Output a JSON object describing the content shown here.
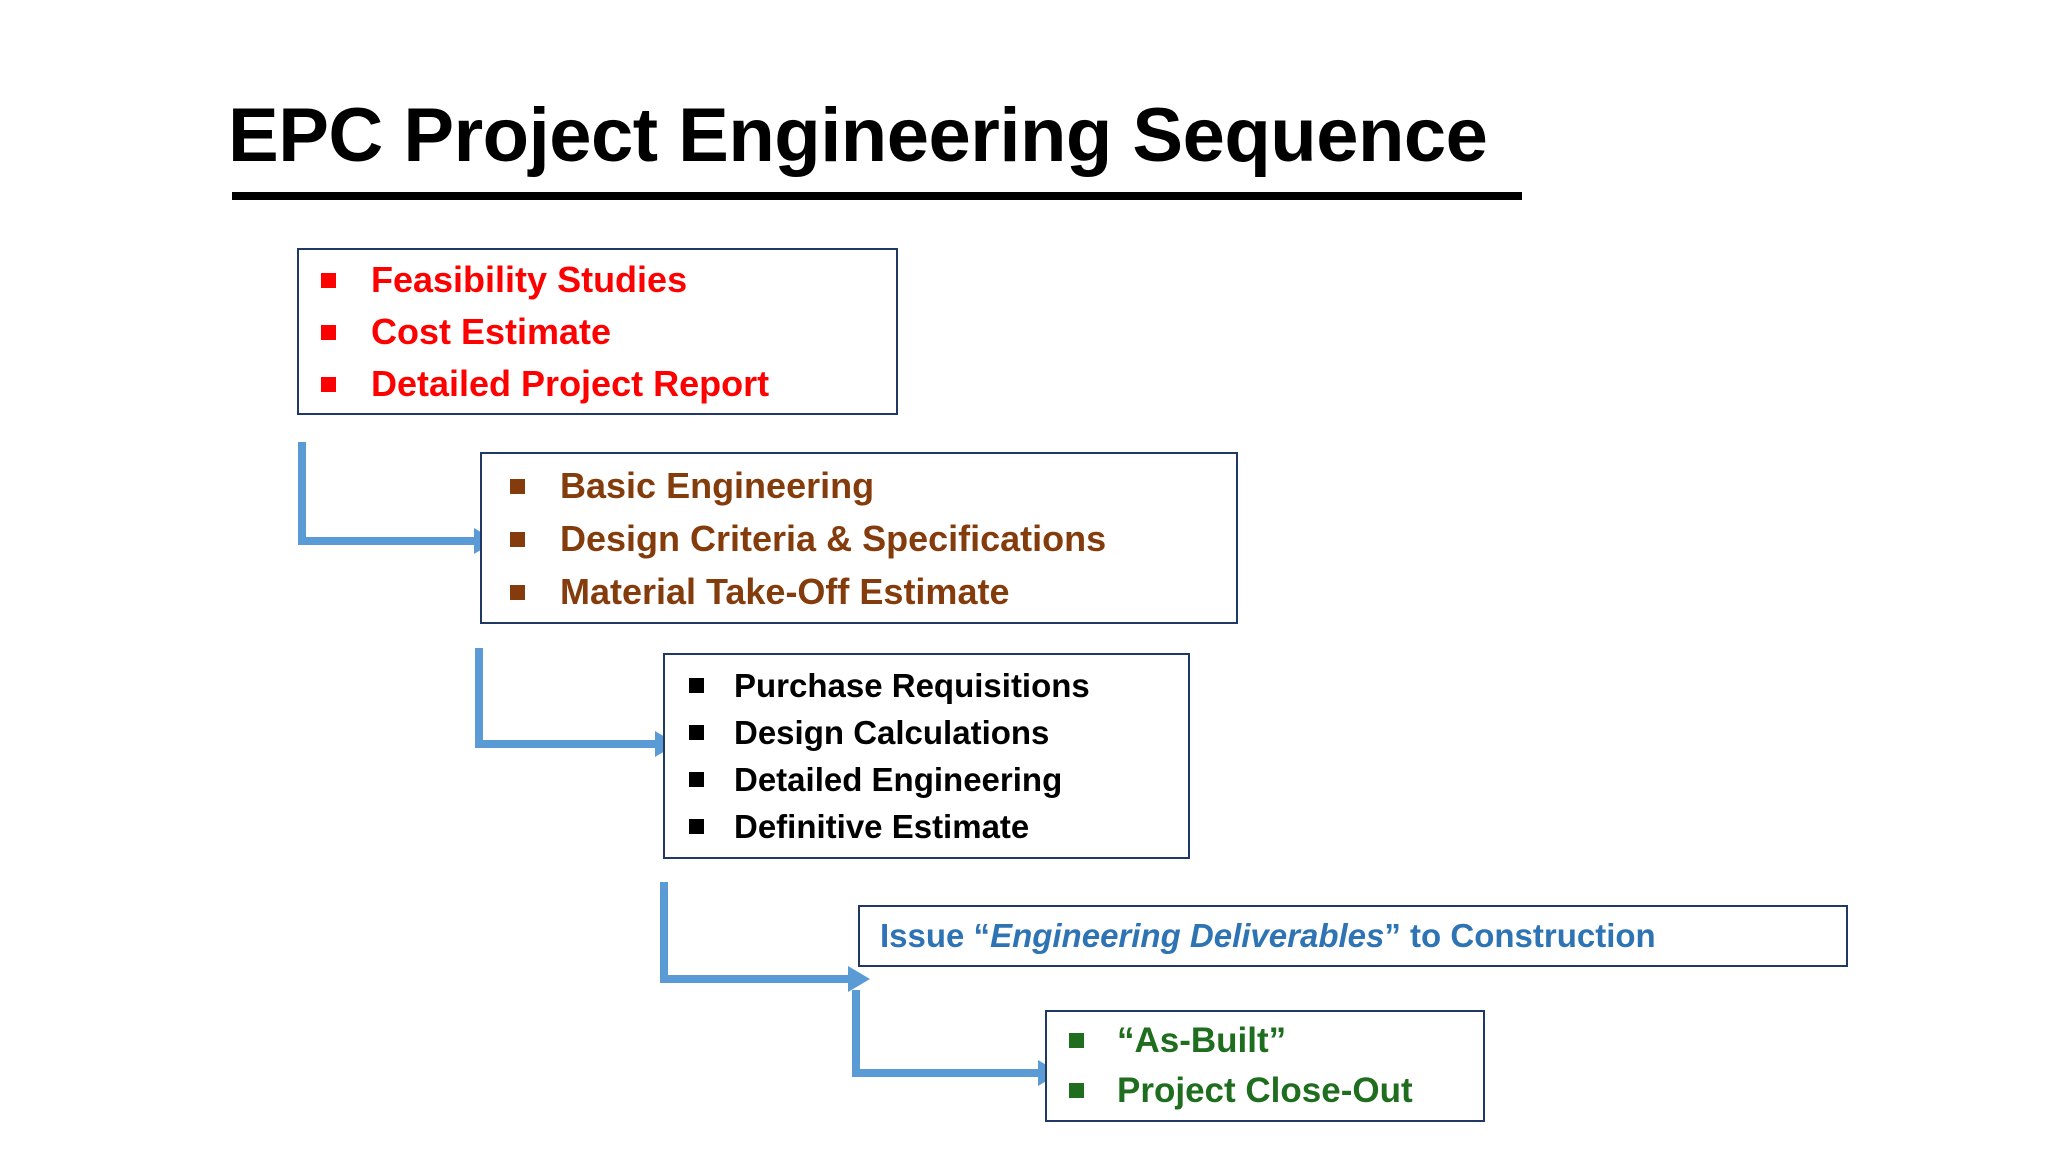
{
  "title": {
    "text": "EPC Project Engineering Sequence"
  },
  "colors": {
    "red": "#FF0000",
    "brown": "#843C0C",
    "black": "#000000",
    "blue_text": "#2E74B5",
    "green": "#1F6E1F",
    "box_border": "#1F3864",
    "connector": "#5B9BD5"
  },
  "stages": [
    {
      "id": "feasibility",
      "name": "feasibility-studies-box",
      "color": "#FF0000",
      "items": [
        "Feasibility Studies",
        "Cost Estimate",
        "Detailed Project Report"
      ]
    },
    {
      "id": "basic-engineering",
      "name": "basic-engineering-box",
      "color": "#843C0C",
      "items": [
        "Basic Engineering",
        "Design Criteria & Specifications",
        "Material Take-Off Estimate"
      ]
    },
    {
      "id": "detailed-engineering",
      "name": "detailed-engineering-box",
      "color": "#000000",
      "items": [
        "Purchase Requisitions",
        "Design Calculations",
        "Detailed Engineering",
        "Definitive Estimate"
      ]
    },
    {
      "id": "issue-deliverables",
      "name": "issue-deliverables-box",
      "color": "#2E74B5",
      "line": {
        "prefix": "Issue “",
        "emphasis": "Engineering Deliverables",
        "suffix": "” to Construction"
      }
    },
    {
      "id": "as-built",
      "name": "as-built-box",
      "color": "#1F6E1F",
      "items": [
        "“As-Built”",
        "Project Close-Out"
      ]
    }
  ],
  "connectors": [
    {
      "id": "conn-1",
      "from": "feasibility",
      "to": "basic-engineering"
    },
    {
      "id": "conn-2",
      "from": "basic-engineering",
      "to": "detailed-engineering"
    },
    {
      "id": "conn-3",
      "from": "detailed-engineering",
      "to": "issue-deliverables"
    },
    {
      "id": "conn-4",
      "from": "issue-deliverables",
      "to": "as-built"
    }
  ]
}
